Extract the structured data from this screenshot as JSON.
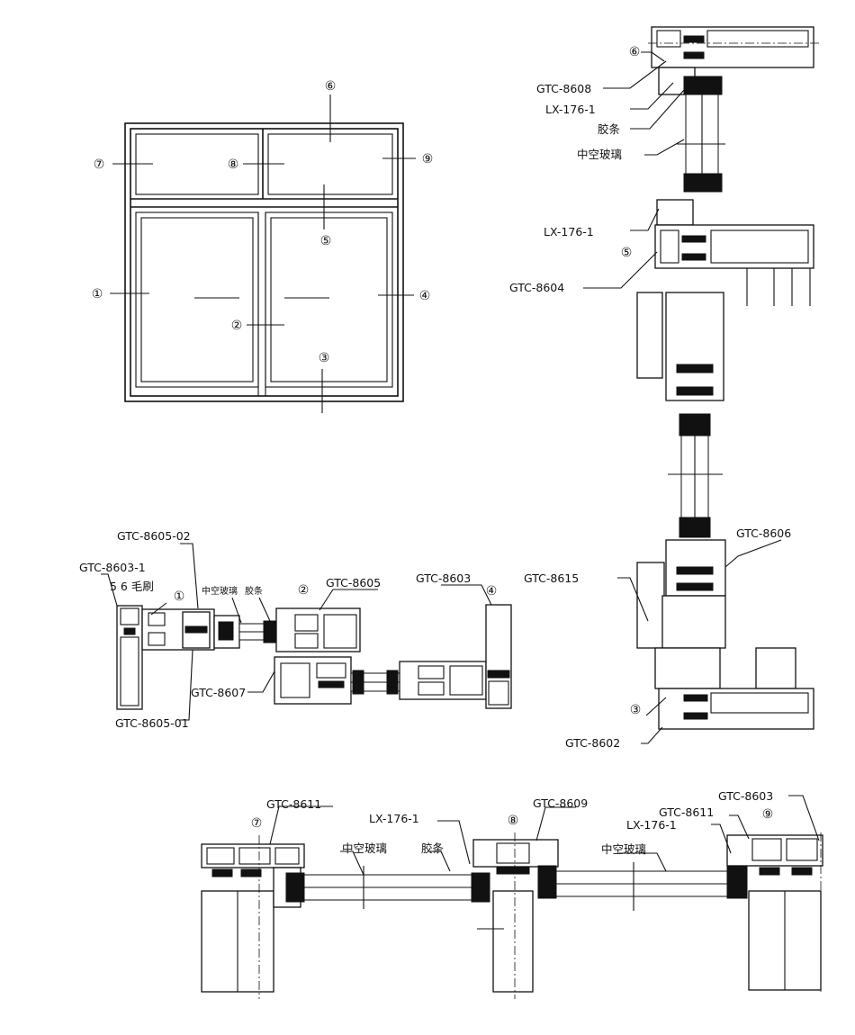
{
  "elevation": {
    "markers": [
      "⑥",
      "⑦",
      "⑧",
      "⑨",
      "①",
      "②",
      "④",
      "⑤",
      "③"
    ]
  },
  "horizontal_section": {
    "labels": {
      "gtc_8605_02": "GTC-8605-02",
      "gtc_8603_1": "GTC-8603-1",
      "brush": "5  6 毛刷",
      "insulating_glass": "中空玻璃",
      "rubber_strip": "胶条",
      "gtc_8605": "GTC-8605",
      "gtc_8603": "GTC-8603",
      "gtc_8607": "GTC-8607",
      "gtc_8605_01": "GTC-8605-01"
    },
    "markers": {
      "m1": "①",
      "m2": "②",
      "m4": "④"
    }
  },
  "vertical_section": {
    "labels": {
      "gtc_8608": "GTC-8608",
      "lx_176_1_top": "LX-176-1",
      "rubber_strip": "胶条",
      "insulating_glass": "中空玻璃",
      "lx_176_1_mid": "LX-176-1",
      "gtc_8604": "GTC-8604",
      "gtc_8606": "GTC-8606",
      "gtc_8615": "GTC-8615",
      "gtc_8602": "GTC-8602"
    },
    "markers": {
      "m6": "⑥",
      "m5": "⑤",
      "m3": "③"
    }
  },
  "transom_section": {
    "labels": {
      "gtc_8611_left": "GTC-8611",
      "lx_176_1_left": "LX-176-1",
      "insulating_glass_left": "中空玻璃",
      "rubber_strip": "胶条",
      "gtc_8609": "GTC-8609",
      "gtc_8603": "GTC-8603",
      "gtc_8611_right": "GTC-8611",
      "lx_176_1_right": "LX-176-1",
      "insulating_glass_right": "中空玻璃"
    },
    "markers": {
      "m7": "⑦",
      "m8": "⑧",
      "m9": "⑨"
    }
  }
}
